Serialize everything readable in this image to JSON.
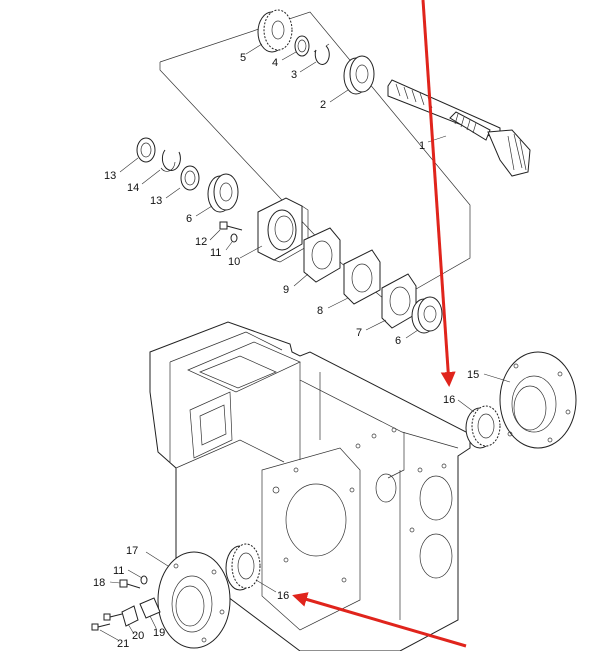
{
  "labels": {
    "n1": "1",
    "n2": "2",
    "n3": "3",
    "n4": "4",
    "n5": "5",
    "n6a": "6",
    "n6b": "6",
    "n7": "7",
    "n8": "8",
    "n9": "9",
    "n10": "10",
    "n11a": "11",
    "n11b": "11",
    "n12": "12",
    "n13a": "13",
    "n13b": "13",
    "n14": "14",
    "n15": "15",
    "n16a": "16",
    "n16b": "16",
    "n17": "17",
    "n18": "18",
    "n19": "19",
    "n20": "20",
    "n21": "21"
  },
  "colors": {
    "arrow": "#e0241c",
    "line": "#222222",
    "background": "#ffffff"
  }
}
